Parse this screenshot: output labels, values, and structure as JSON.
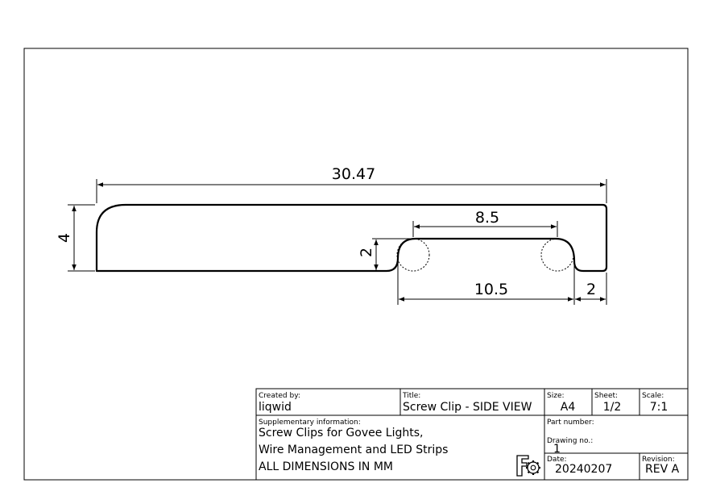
{
  "dimensions": {
    "overall_length": "30.47",
    "height": "4",
    "slot_top": "8.5",
    "slot_depth": "2",
    "slot_bottom": "10.5",
    "end_lip": "2"
  },
  "title_block": {
    "created_by_label": "Created by:",
    "created_by": "liqwid",
    "title_label": "Title:",
    "title": "Screw Clip - SIDE VIEW",
    "size_label": "Size:",
    "size": "A4",
    "sheet_label": "Sheet:",
    "sheet": "1/2",
    "scale_label": "Scale:",
    "scale": "7:1",
    "supplementary_label": "Supplementary information:",
    "supplementary_line1": "Screw Clips for Govee Lights,",
    "supplementary_line2": "Wire Management and LED Strips",
    "supplementary_line3": "ALL DIMENSIONS IN MM",
    "part_number_label": "Part number:",
    "part_number": "",
    "drawing_no_label": "Drawing no.:",
    "drawing_no": "1",
    "date_label": "Date:",
    "date": "20240207",
    "revision_label": "Revision:",
    "revision": "REV A"
  },
  "icons": {
    "logo": "freecad-gear-icon"
  }
}
